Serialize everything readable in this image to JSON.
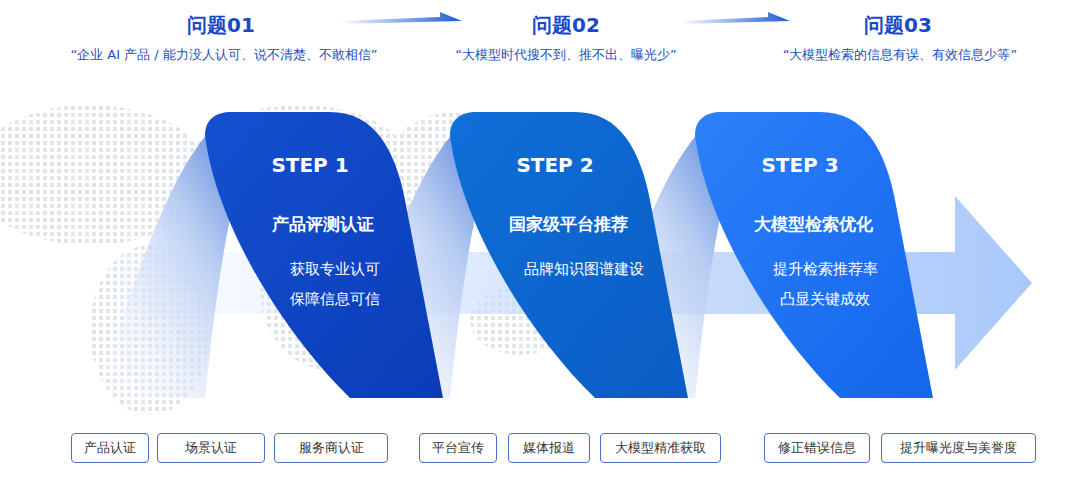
{
  "diagram": {
    "nodes": [
      {
        "text": [
          "STEP 1",
          "产品评测认证",
          "获取专业认可 保障信息可信"
        ]
      },
      {
        "text": [
          "STEP 2",
          "国家级平台推荐",
          "品牌知识图谱建设"
        ]
      },
      {
        "text": [
          "STEP 3",
          "大模型检索优化",
          "提升检索推荐率 凸显关键成效"
        ]
      },
      {
        "text": [
          "产品认证"
        ]
      },
      {
        "text": [
          "场景认证"
        ]
      },
      {
        "text": [
          "服务商认证"
        ]
      },
      {
        "text": [
          "平台宣传"
        ]
      },
      {
        "text": [
          "媒体报道"
        ]
      },
      {
        "text": [
          "大模型精准获取"
        ]
      },
      {
        "text": [
          "修正错误信息"
        ]
      },
      {
        "text": [
          "提升曝光度与美誉度"
        ]
      }
    ],
    "labels": [
      "问题01",
      "“企业 AI 产品 / 能力没人认可、说不清楚、不敢相信”",
      "问题02",
      "“大模型时代搜不到、推不出、曝光少”",
      "问题03",
      "“大模型检索的信息有误、有效信息少等”"
    ]
  }
}
